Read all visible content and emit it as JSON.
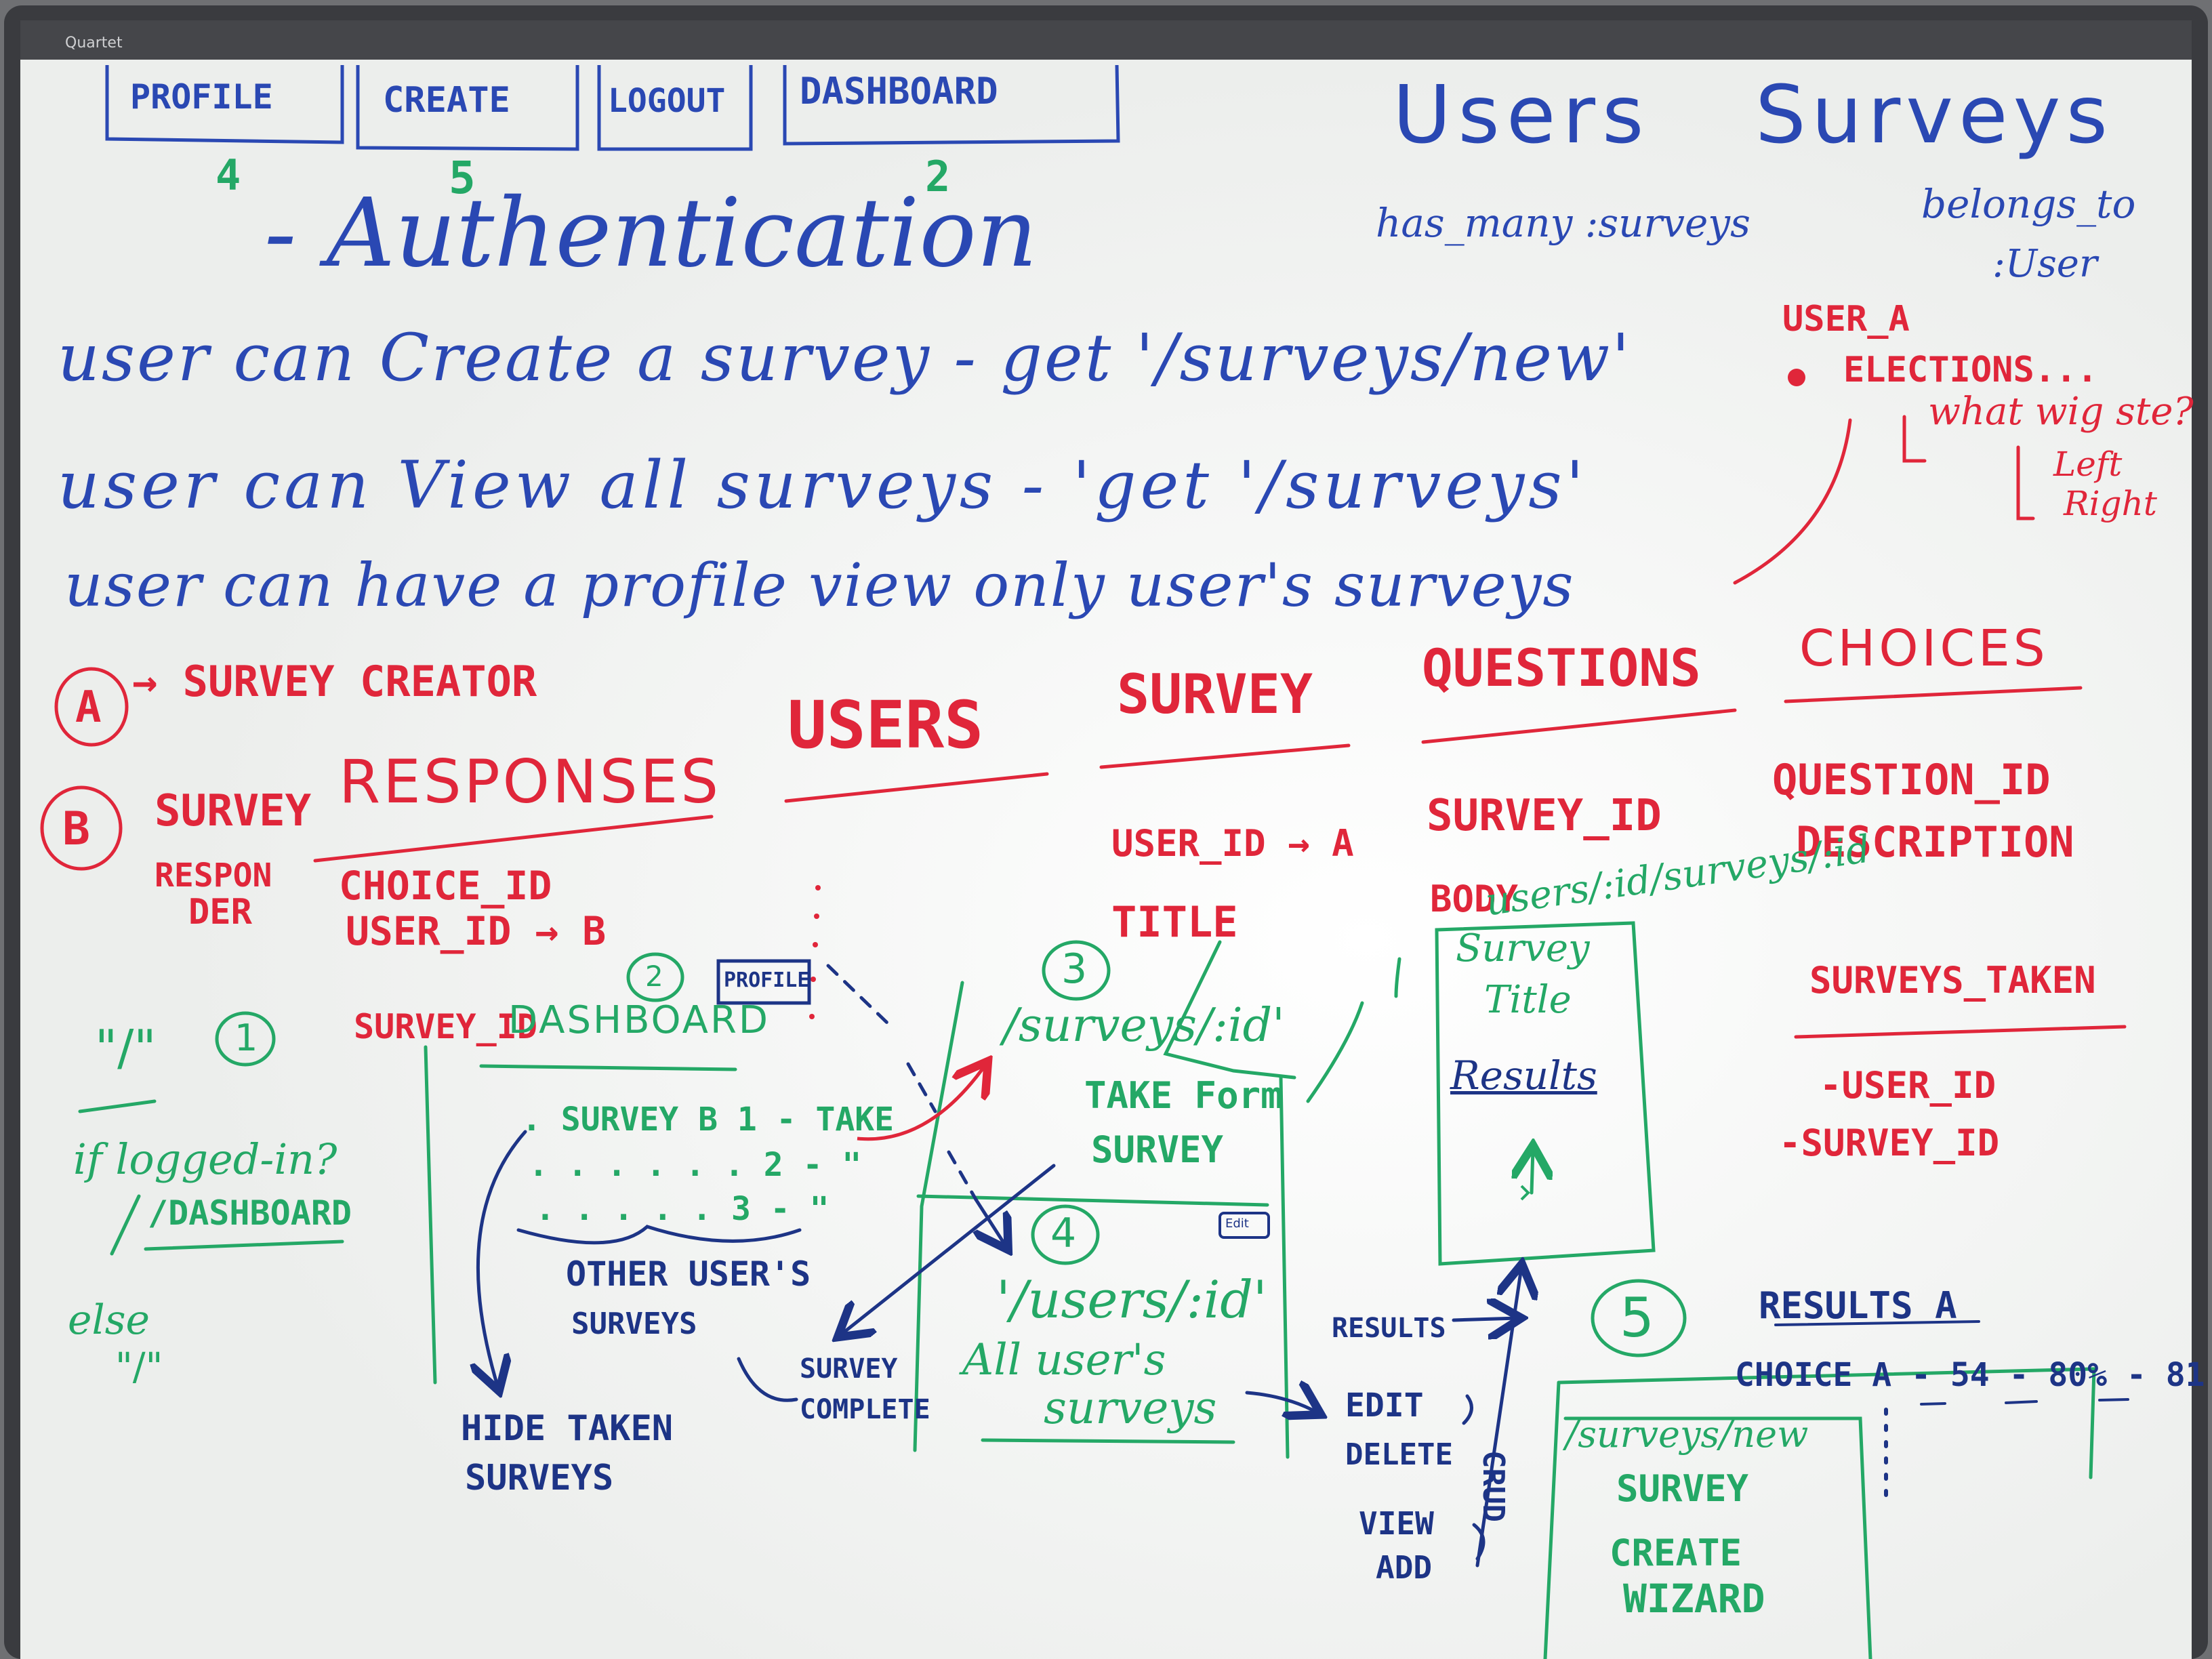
{
  "frame": {
    "brand": "Quartet"
  },
  "nav": {
    "profile": "PROFILE",
    "profile_num": "4",
    "create": "CREATE",
    "create_num": "5",
    "logout": "LOGOUT",
    "dashboard": "DASHBOARD",
    "dashboard_num": "2"
  },
  "top_right": {
    "users": "Users",
    "surveys": "Surveys",
    "has_many": "has_many :surveys",
    "belongs_to": "belongs_to",
    "belongs_user": ":User"
  },
  "auth": "- Authentication",
  "lines": {
    "create": "user can Create a survey - get '/surveys/new'",
    "view": "user can View all surveys - 'get '/surveys'",
    "profile": "user can have a profile view only user's surveys"
  },
  "election": {
    "user_a": "USER_A",
    "elections": "ELECTIONS...",
    "what": "what wig ste?",
    "left": "Left",
    "right": "Right"
  },
  "roles": {
    "a_mark": "A",
    "a_text": "→ SURVEY CREATOR",
    "b_mark": "B",
    "b_text_1": "SURVEY",
    "b_text_2": "RESPONSES",
    "responder": "RESPON",
    "responder_2": "DER",
    "choice_id": "CHOICE_ID",
    "user_id_b": "USER_ID → B",
    "survey_id": "SURVEY_ID"
  },
  "tables": {
    "users": "USERS",
    "survey": "SURVEY",
    "questions": "QUESTIONS",
    "choices": "CHOICES",
    "user_id_a": "USER_ID → A",
    "title": "TITLE",
    "survey_id": "SURVEY_ID",
    "body": "BODY",
    "question_id": "QUESTION_ID",
    "description": "DESCRIPTION",
    "surveys_taken": "SURVEYS_TAKEN",
    "st_user_id": "-USER_ID",
    "st_survey_id": "-SURVEY_ID"
  },
  "flow": {
    "root": "\"/\"",
    "one": "1",
    "if_logged": "if logged-in?",
    "dashboard_link": "/DASHBOARD",
    "else": "else",
    "else_root": "\"/\"",
    "two": "2",
    "dashboard_title": "DASHBOARD",
    "profile_box": "PROFILE",
    "row1": ". SURVEY B 1 - TAKE",
    "row2": ". . . . . . 2 - \"",
    "row3": ". . . . . 3 - \"",
    "other_users": "OTHER USER'S",
    "other_users_2": "SURVEYS",
    "hide_taken": "HIDE TAKEN",
    "hide_taken_2": "SURVEYS",
    "survey_complete": "SURVEY",
    "survey_complete_2": "COMPLETE",
    "three": "3",
    "surveys_id": "/surveys/:id'",
    "take_form": "TAKE Form",
    "take_form_2": "SURVEY",
    "four": "4",
    "users_id": "'/users/:id'",
    "all_user": "All user's",
    "all_user_2": "surveys",
    "edit_badge": "Edit",
    "results": "RESULTS",
    "edit": "EDIT",
    "delete": "DELETE",
    "view": "VIEW",
    "add": "ADD",
    "crud": "CRUD",
    "url": "users/:id/surveys/:id",
    "card_title": "Survey",
    "card_title_2": "Title",
    "card_results": "Results",
    "five": "5",
    "new_url": "/surveys/new",
    "wizard": "SURVEY",
    "wizard_2": "CREATE",
    "wizard_3": "WIZARD",
    "results_a": "RESULTS A",
    "choice_a": "CHOICE A - 54 - 80% - 81"
  },
  "colors": {
    "board": "#f4f5f3",
    "frame": "#35363a",
    "blue": "#2a48b3",
    "red": "#e0263a",
    "green": "#24a866",
    "navy": "#1d3486"
  }
}
